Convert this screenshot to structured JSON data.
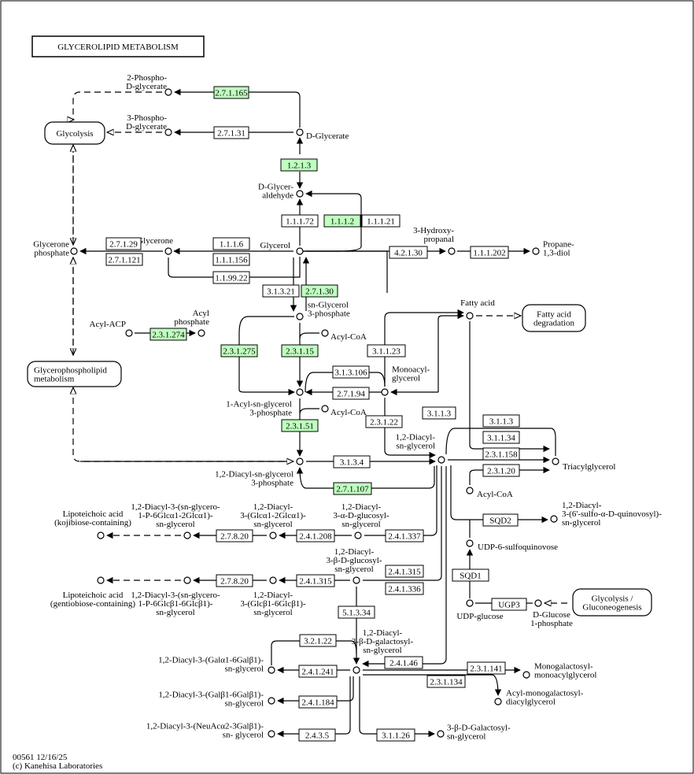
{
  "title": "GLYCEROLIPID METABOLISM",
  "footer": {
    "map_id": "00561 12/16/25",
    "copyright": "(c) Kanehisa Laboratories"
  },
  "colors": {
    "highlight": "#bfffbf",
    "plain": "#ffffff",
    "line": "#000000"
  },
  "enzymes": [
    {
      "label": "2.7.1.165",
      "hl": true
    },
    {
      "label": "2.7.1.31",
      "hl": false
    },
    {
      "label": "1.2.1.3",
      "hl": true
    },
    {
      "label": "1.1.1.72",
      "hl": false
    },
    {
      "label": "1.1.1.2",
      "hl": true
    },
    {
      "label": "1.1.1.21",
      "hl": false
    },
    {
      "label": "2.7.1.29",
      "hl": false
    },
    {
      "label": "2.7.1.121",
      "hl": false
    },
    {
      "label": "1.1.1.6",
      "hl": false
    },
    {
      "label": "1.1.1.156",
      "hl": false
    },
    {
      "label": "1.1.99.22",
      "hl": false
    },
    {
      "label": "4.2.1.30",
      "hl": false
    },
    {
      "label": "1.1.1.202",
      "hl": false
    },
    {
      "label": "3.1.3.21",
      "hl": false
    },
    {
      "label": "2.7.1.30",
      "hl": true
    },
    {
      "label": "2.3.1.274",
      "hl": true
    },
    {
      "label": "2.3.1.275",
      "hl": true
    },
    {
      "label": "2.3.1.15",
      "hl": true
    },
    {
      "label": "3.1.1.23",
      "hl": false
    },
    {
      "label": "3.1.3.106",
      "hl": false
    },
    {
      "label": "2.7.1.94",
      "hl": false
    },
    {
      "label": "2.3.1.22",
      "hl": false
    },
    {
      "label": "3.1.1.3",
      "hl": false
    },
    {
      "label": "2.3.1.51",
      "hl": true
    },
    {
      "label": "3.1.1.3",
      "hl": false
    },
    {
      "label": "3.1.1.34",
      "hl": false
    },
    {
      "label": "2.3.1.158",
      "hl": false
    },
    {
      "label": "2.3.1.20",
      "hl": false
    },
    {
      "label": "3.1.3.4",
      "hl": false
    },
    {
      "label": "2.7.1.107",
      "hl": true
    },
    {
      "label": "SQD2",
      "hl": false
    },
    {
      "label": "2.7.8.20",
      "hl": false
    },
    {
      "label": "2.4.1.208",
      "hl": false
    },
    {
      "label": "2.4.1.337",
      "hl": false
    },
    {
      "label": "2.4.1.315",
      "hl": false
    },
    {
      "label": "2.7.8.20",
      "hl": false
    },
    {
      "label": "2.4.1.315",
      "hl": false
    },
    {
      "label": "2.4.1.336",
      "hl": false
    },
    {
      "label": "SQD1",
      "hl": false
    },
    {
      "label": "UGP3",
      "hl": false
    },
    {
      "label": "5.1.3.34",
      "hl": false
    },
    {
      "label": "3.2.1.22",
      "hl": false
    },
    {
      "label": "2.4.1.46",
      "hl": false
    },
    {
      "label": "2.4.1.241",
      "hl": false
    },
    {
      "label": "2.3.1.141",
      "hl": false
    },
    {
      "label": "2.3.1.134",
      "hl": false
    },
    {
      "label": "2.4.1.184",
      "hl": false
    },
    {
      "label": "2.4.3.5",
      "hl": false
    },
    {
      "label": "3.1.1.26",
      "hl": false
    }
  ],
  "compounds": [
    {
      "lines": [
        "2-Phospho-",
        "D-glycerate"
      ]
    },
    {
      "lines": [
        "3-Phospho-",
        "D-glycerate"
      ]
    },
    {
      "lines": [
        "D-Glycerate"
      ]
    },
    {
      "lines": [
        "D-Glycer-",
        "aldehyde"
      ]
    },
    {
      "lines": [
        "Glycerone",
        "phosphate"
      ]
    },
    {
      "lines": [
        "Glycerone"
      ]
    },
    {
      "lines": [
        "Glycerol"
      ]
    },
    {
      "lines": [
        "3-Hydroxy-",
        "propanal"
      ]
    },
    {
      "lines": [
        "Propane-",
        "1,3-diol"
      ]
    },
    {
      "lines": [
        "sn-Glycerol",
        "3-phosphate"
      ]
    },
    {
      "lines": [
        "Acyl-ACP"
      ]
    },
    {
      "lines": [
        "Acyl",
        "phosphate"
      ]
    },
    {
      "lines": [
        "Acyl-CoA"
      ]
    },
    {
      "lines": [
        "Fatty acid"
      ]
    },
    {
      "lines": [
        "Monoacyl-",
        "glycerol"
      ]
    },
    {
      "lines": [
        "1-Acyl-sn-glycerol",
        "3-phosphate"
      ]
    },
    {
      "lines": [
        "Acyl-CoA"
      ]
    },
    {
      "lines": [
        "1,2-Diacyl-",
        "sn-glycerol"
      ]
    },
    {
      "lines": [
        "Triacylglycerol"
      ]
    },
    {
      "lines": [
        "1,2-Diacyl-sn-glycerol",
        "3-phosphate"
      ]
    },
    {
      "lines": [
        "Acyl-CoA"
      ]
    },
    {
      "lines": [
        "1,2-Diacyl-",
        "3-(6'-sulfo-α-D-quinovosyl)-",
        "sn-glycerol"
      ]
    },
    {
      "lines": [
        "UDP-6-sulfoquinovose"
      ]
    },
    {
      "lines": [
        "Lipoteichoic acid",
        "(kojibiose-containing)"
      ]
    },
    {
      "lines": [
        "1,2-Diacyl-3-(sn-glycero-",
        "1-P-6Glcα1-2Glcα1)-",
        "sn-glycerol"
      ]
    },
    {
      "lines": [
        "1,2-Diacyl-",
        "3-(Glcα1-2Glcα1)-",
        "sn-glycerol"
      ]
    },
    {
      "lines": [
        "1,2-Diacyl-",
        "3-α-D-glucosyl-",
        "sn-glycerol"
      ]
    },
    {
      "lines": [
        "1,2-Diacyl-",
        "3-β-D-glucosyl-",
        "sn-glycerol"
      ]
    },
    {
      "lines": [
        "Lipoteichoic acid",
        "(gentiobiose-containing)"
      ]
    },
    {
      "lines": [
        "1,2-Diacyl-3-(sn-glycero-",
        "1-P-6Glcβ1-6Glcβ1)-",
        "sn-glycerol"
      ]
    },
    {
      "lines": [
        "1,2-Diacyl-",
        "3-(Glcβ1-6Glcβ1)-",
        "sn-glycerol"
      ]
    },
    {
      "lines": [
        "UDP-glucose"
      ]
    },
    {
      "lines": [
        "D-Glucose",
        "1-phosphate"
      ]
    },
    {
      "lines": [
        "1,2-Diacyl-",
        "3-β-D-galactosyl-",
        "sn-glycerol"
      ]
    },
    {
      "lines": [
        "1,2-Diacyl-3-(Galα1-6Galβ1)-",
        "sn-glycerol"
      ]
    },
    {
      "lines": [
        "Monogalactosyl-",
        "monoacylglycerol"
      ]
    },
    {
      "lines": [
        "Acyl-monogalactosyl-",
        "diacylglycerol"
      ]
    },
    {
      "lines": [
        "1,2-Diacyl-3-(Galβ1-6Galβ1)-",
        "sn-glycerol"
      ]
    },
    {
      "lines": [
        "1,2-Diacyl-3-(NeuAcα2-3Galβ1)-",
        "sn- glycerol"
      ]
    },
    {
      "lines": [
        "3-β-D-Galactosyl-",
        "sn-glycerol"
      ]
    }
  ],
  "maps": [
    {
      "lines": [
        "Glycolysis"
      ]
    },
    {
      "lines": [
        "Glycerophospholipid",
        "metabolism"
      ]
    },
    {
      "lines": [
        "Fatty acid",
        "degradation"
      ]
    },
    {
      "lines": [
        "Glycolysis /",
        "Gluconeogenesis"
      ]
    }
  ]
}
